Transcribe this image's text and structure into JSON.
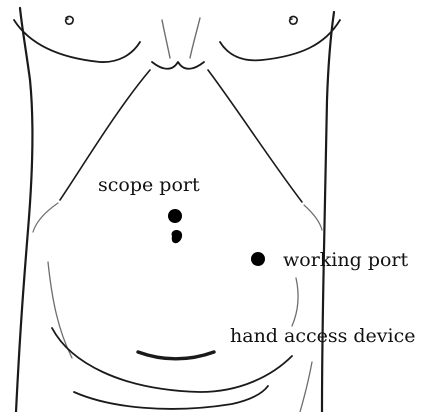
{
  "labels": {
    "scope_port": "scope port",
    "working_port": "working port",
    "hand_access_device": "hand access device"
  },
  "colors": {
    "outline": "#1a1a1a",
    "faint_outline": "#6e6e6e",
    "port_marker": "#000000",
    "background": "#ffffff"
  }
}
